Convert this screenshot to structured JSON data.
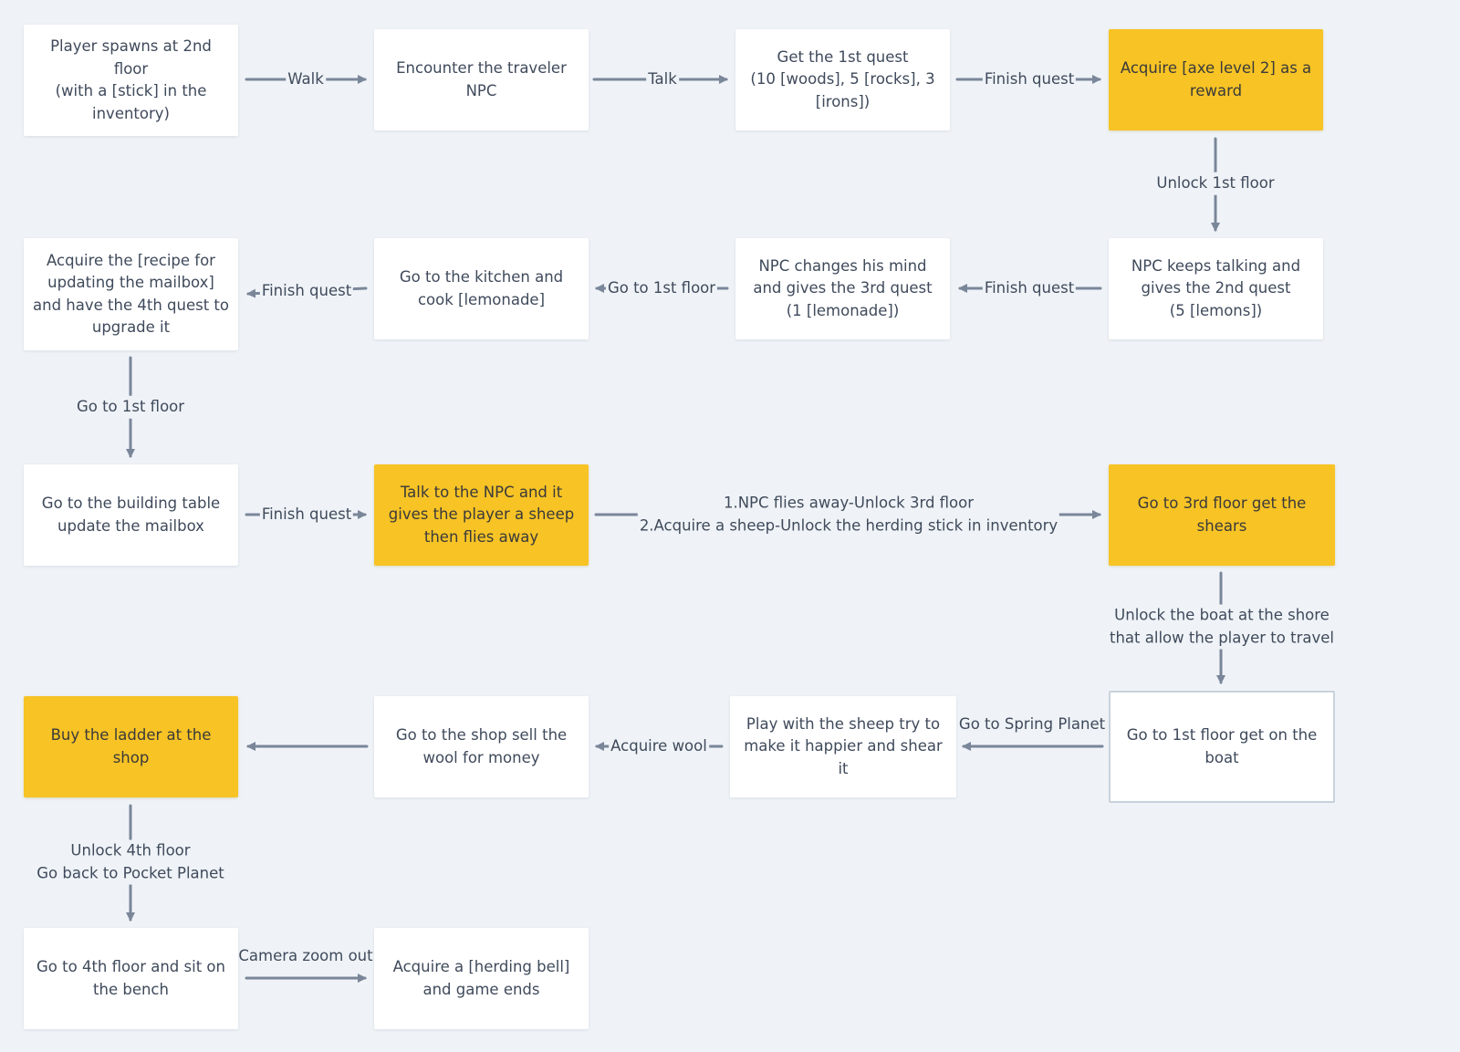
{
  "nodes": {
    "n1": "Player spawns at 2nd floor\n(with a [stick] in the inventory)",
    "n2": "Encounter the traveler NPC",
    "n3": "Get the 1st quest\n(10 [woods], 5 [rocks], 3 [irons])",
    "n4": "Acquire [axe level 2] as a reward",
    "n5": "NPC keeps talking and gives the 2nd quest\n(5 [lemons])",
    "n6": "NPC changes his mind and gives the 3rd quest\n(1 [lemonade])",
    "n7": "Go to the kitchen and cook [lemonade]",
    "n8": "Acquire the [recipe for updating the mailbox] and have the 4th quest to upgrade it",
    "n9": "Go to the building table update the mailbox",
    "n10": "Talk to the NPC and it gives the player a sheep then flies away",
    "n11": "Go to 3rd floor get the shears",
    "n12": "Go to 1st floor get on the boat",
    "n13": "Play with the sheep try to make it happier and shear it",
    "n14": "Go to the shop sell the wool for money",
    "n15": "Buy the ladder at the shop",
    "n16": "Go to 4th floor and sit on the bench",
    "n17": "Acquire a [herding bell] and game ends"
  },
  "edges": {
    "e1": "Walk",
    "e2": "Talk",
    "e3": "Finish quest",
    "e4": "Unlock 1st floor",
    "e5": "Finish quest",
    "e6": "Go to 1st floor",
    "e7": "Finish quest",
    "e8": "Go to 1st floor",
    "e9": "Finish quest",
    "e10": "1.NPC flies away-Unlock 3rd floor\n2.Acquire a sheep-Unlock the herding stick in inventory",
    "e11": "Unlock the boat at the shore that allow the player to travel",
    "e12": "Go to Spring Planet",
    "e13": "Acquire wool",
    "e15": "Unlock 4th floor\nGo back to Pocket Planet",
    "e16": "Camera zoom out"
  },
  "colors": {
    "background": "#eff3f7",
    "node": "#ffffff",
    "highlight": "#f7c325",
    "edge": "#7a8699",
    "text": "#3f4a5b"
  }
}
